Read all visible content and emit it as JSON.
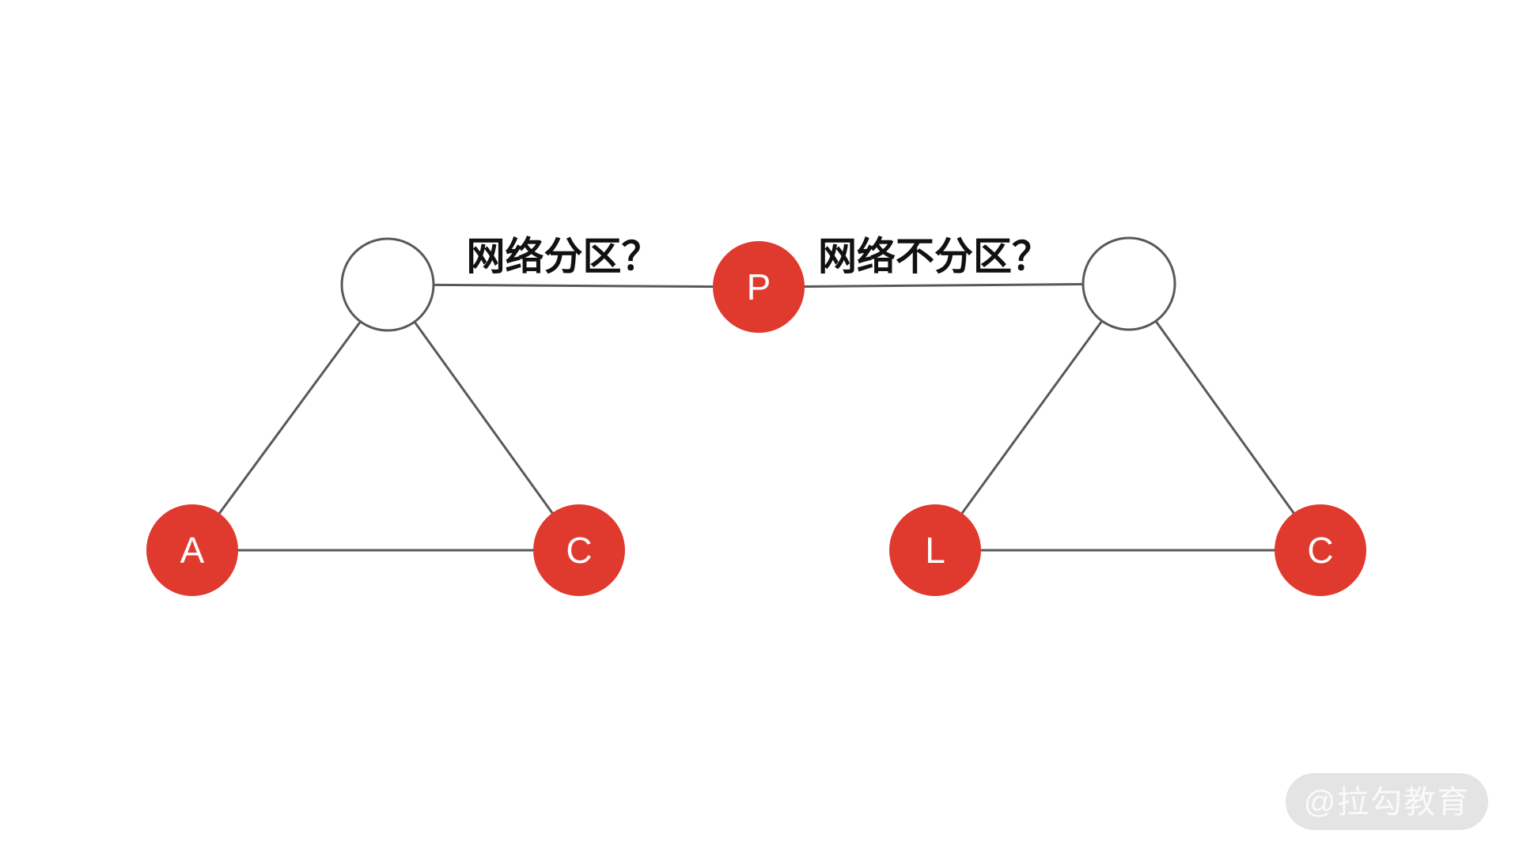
{
  "page": {
    "background": "#ffffff",
    "description": "CAP theorem network partition diagram with two node triangles joined through a P node"
  },
  "diagram": {
    "type": "graph",
    "labels": {
      "partition_question": "网络分区？",
      "no_partition_question": "网络不分区？"
    },
    "nodes": {
      "left_top": {
        "label": "",
        "kind": "empty-circle"
      },
      "left_a": {
        "label": "A",
        "kind": "filled-red"
      },
      "left_c": {
        "label": "C",
        "kind": "filled-red"
      },
      "center_p": {
        "label": "P",
        "kind": "filled-red"
      },
      "right_top": {
        "label": "",
        "kind": "empty-circle"
      },
      "right_l": {
        "label": "L",
        "kind": "filled-red"
      },
      "right_c": {
        "label": "C",
        "kind": "filled-red"
      }
    },
    "edges": [
      {
        "from": "left_top",
        "to": "left_a"
      },
      {
        "from": "left_top",
        "to": "left_c"
      },
      {
        "from": "left_a",
        "to": "left_c"
      },
      {
        "from": "left_top",
        "to": "center_p"
      },
      {
        "from": "center_p",
        "to": "right_top"
      },
      {
        "from": "right_top",
        "to": "right_l"
      },
      {
        "from": "right_top",
        "to": "right_c"
      },
      {
        "from": "right_l",
        "to": "right_c"
      }
    ]
  },
  "watermark": {
    "text": "@拉勾教育"
  },
  "colors": {
    "node_red": "#e0392e",
    "node_letter": "#ffffff",
    "edge_gray": "#595959",
    "circle_stroke": "#595959",
    "label_text": "#111111",
    "watermark_bg": "#e4e4e4",
    "watermark_text": "#fafafa"
  }
}
